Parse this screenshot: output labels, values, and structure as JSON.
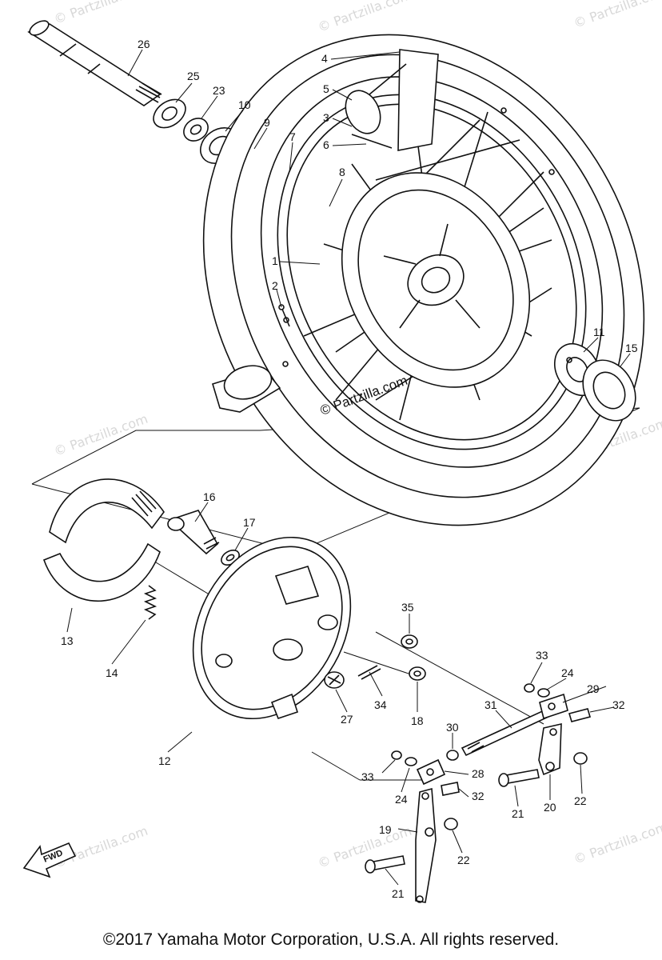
{
  "watermark": {
    "text": "© Partzilla.com",
    "center_text": "© Partzilla.com"
  },
  "fwd_label": "FWD",
  "copyright": "©2017 Yamaha Motor Corporation, U.S.A. All rights reserved.",
  "callouts": [
    {
      "id": "26",
      "label": "26"
    },
    {
      "id": "25",
      "label": "25"
    },
    {
      "id": "23",
      "label": "23"
    },
    {
      "id": "10",
      "label": "10"
    },
    {
      "id": "9",
      "label": "9"
    },
    {
      "id": "7",
      "label": "7"
    },
    {
      "id": "8",
      "label": "8"
    },
    {
      "id": "4",
      "label": "4"
    },
    {
      "id": "5",
      "label": "5"
    },
    {
      "id": "3",
      "label": "3"
    },
    {
      "id": "6",
      "label": "6"
    },
    {
      "id": "1",
      "label": "1"
    },
    {
      "id": "2",
      "label": "2"
    },
    {
      "id": "11",
      "label": "11"
    },
    {
      "id": "15",
      "label": "15"
    },
    {
      "id": "16",
      "label": "16"
    },
    {
      "id": "17",
      "label": "17"
    },
    {
      "id": "13",
      "label": "13"
    },
    {
      "id": "14",
      "label": "14"
    },
    {
      "id": "35",
      "label": "35"
    },
    {
      "id": "34",
      "label": "34"
    },
    {
      "id": "27",
      "label": "27"
    },
    {
      "id": "18",
      "label": "18"
    },
    {
      "id": "12",
      "label": "12"
    },
    {
      "id": "33a",
      "label": "33"
    },
    {
      "id": "24a",
      "label": "24"
    },
    {
      "id": "29",
      "label": "29"
    },
    {
      "id": "32a",
      "label": "32"
    },
    {
      "id": "31",
      "label": "31"
    },
    {
      "id": "30",
      "label": "30"
    },
    {
      "id": "28",
      "label": "28"
    },
    {
      "id": "33b",
      "label": "33"
    },
    {
      "id": "24b",
      "label": "24"
    },
    {
      "id": "32b",
      "label": "32"
    },
    {
      "id": "21a",
      "label": "21"
    },
    {
      "id": "20",
      "label": "20"
    },
    {
      "id": "22a",
      "label": "22"
    },
    {
      "id": "19",
      "label": "19"
    },
    {
      "id": "22b",
      "label": "22"
    },
    {
      "id": "21b",
      "label": "21"
    }
  ]
}
